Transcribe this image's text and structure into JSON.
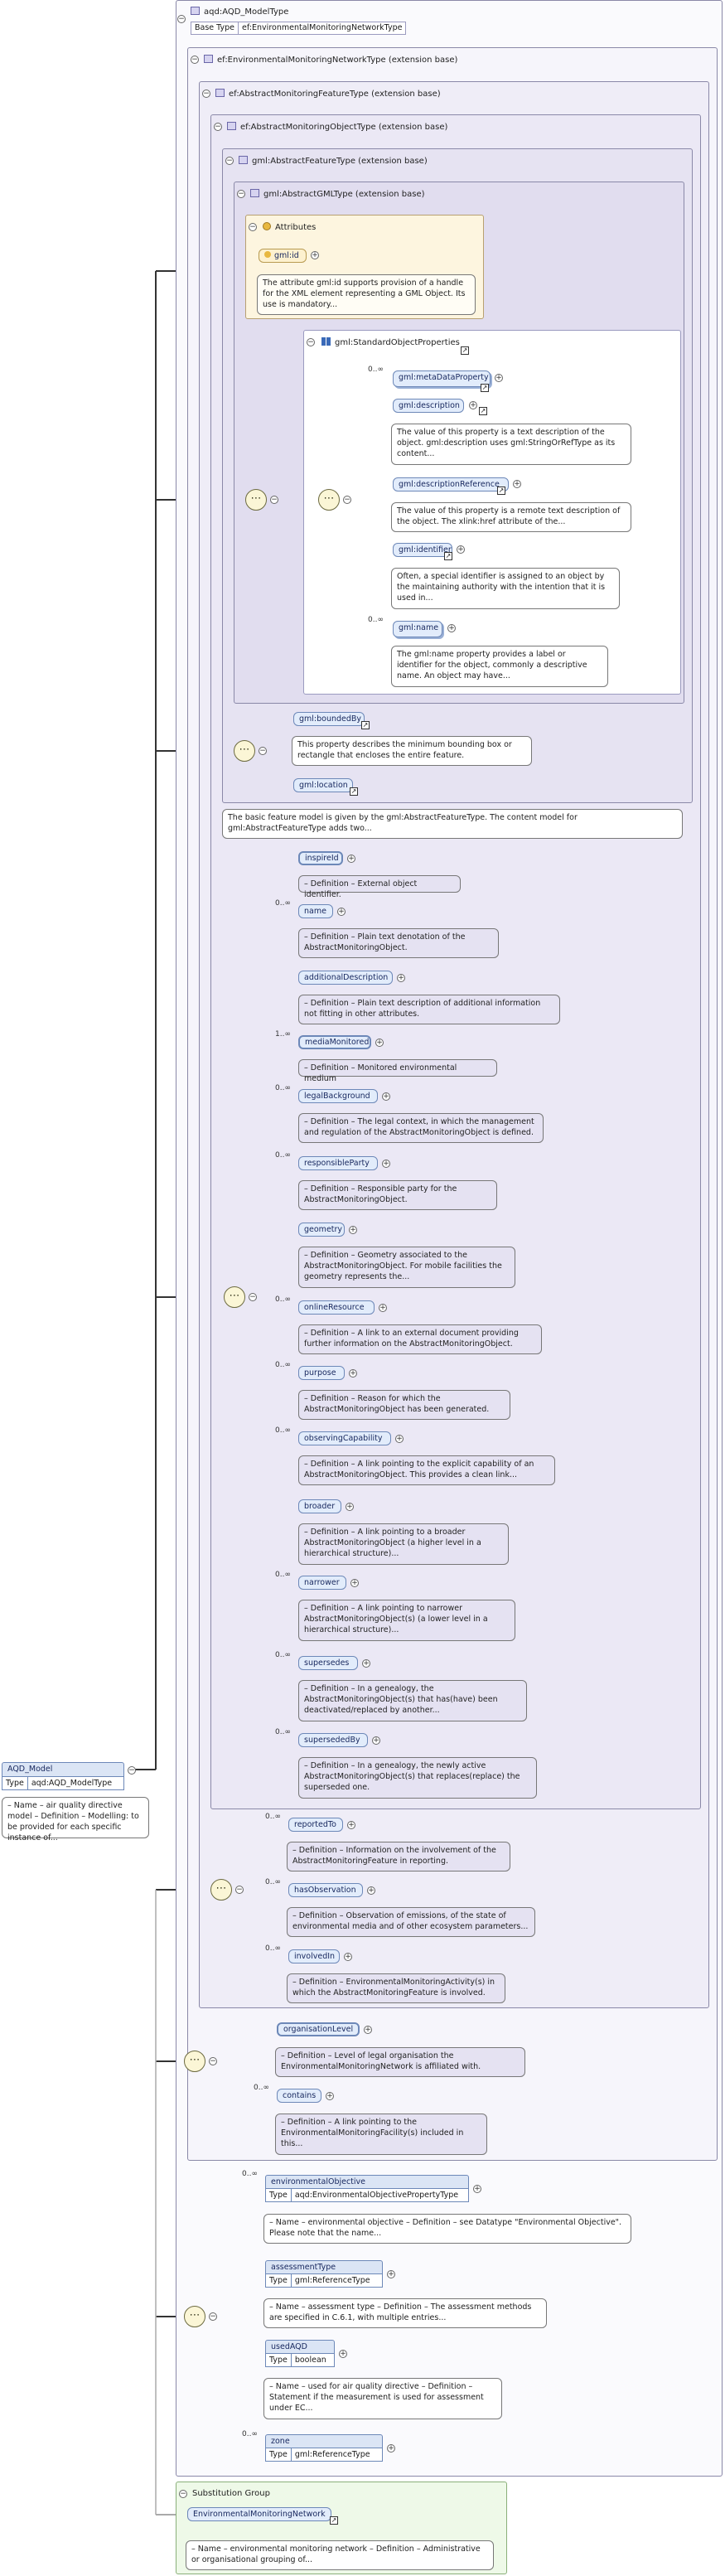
{
  "root": {
    "title": "aqd:AQD_ModelType",
    "base_type_label": "Base Type",
    "base_type_value": "ef:EnvironmentalMonitoringNetworkType"
  },
  "frames": {
    "emn": "ef:EnvironmentalMonitoringNetworkType (extension base)",
    "amf": "ef:AbstractMonitoringFeatureType (extension base)",
    "amo": "ef:AbstractMonitoringObjectType (extension base)",
    "gaf": "gml:AbstractFeatureType (extension base)",
    "gag": "gml:AbstractGMLType (extension base)"
  },
  "attributes": {
    "title": "Attributes",
    "gml_id": "gml:id",
    "gml_id_desc": "The attribute gml:id supports provision of a handle for the XML element representing a GML Object. Its use is mandatory..."
  },
  "standard": {
    "title": "gml:StandardObjectProperties",
    "items": [
      {
        "label": "gml:metaDataProperty",
        "card": "0..∞",
        "desc": ""
      },
      {
        "label": "gml:description",
        "card": "",
        "desc": "The value of this property is a text description of the object. gml:description uses gml:StringOrRefType as its content..."
      },
      {
        "label": "gml:descriptionReference",
        "card": "",
        "desc": "The value of this property is a remote text description of the object. The xlink:href attribute of the..."
      },
      {
        "label": "gml:identifier",
        "card": "",
        "desc": "Often, a special identifier is assigned to an object by the maintaining authority with the intention that it is used in..."
      },
      {
        "label": "gml:name",
        "card": "0..∞",
        "desc": "The gml:name property provides a label or identifier for the object, commonly a descriptive name. An object may have..."
      }
    ]
  },
  "feature": {
    "items": [
      {
        "label": "gml:boundedBy",
        "desc": "This property describes the minimum bounding box or rectangle that encloses the entire feature."
      },
      {
        "label": "gml:location",
        "desc": ""
      }
    ],
    "desc": "The basic feature model is given by the gml:AbstractFeatureType. The content model for gml:AbstractFeatureType adds two..."
  },
  "amo_items": [
    {
      "label": "inspireId",
      "card": "",
      "desc": "– Definition – External object identifier."
    },
    {
      "label": "name",
      "card": "0..∞",
      "desc": "– Definition – Plain text denotation of the AbstractMonitoringObject."
    },
    {
      "label": "additionalDescription",
      "card": "",
      "desc": "– Definition – Plain text description of additional information not fitting in other attributes."
    },
    {
      "label": "mediaMonitored",
      "card": "1..∞",
      "desc": "– Definition – Monitored environmental medium"
    },
    {
      "label": "legalBackground",
      "card": "0..∞",
      "desc": "– Definition – The legal context, in which the management and regulation of the AbstractMonitoringObject is defined."
    },
    {
      "label": "responsibleParty",
      "card": "0..∞",
      "desc": "– Definition – Responsible party for the AbstractMonitoringObject."
    },
    {
      "label": "geometry",
      "card": "",
      "desc": "– Definition – Geometry associated to the AbstractMonitoringObject. For mobile facilities the geometry represents the..."
    },
    {
      "label": "onlineResource",
      "card": "0..∞",
      "desc": "– Definition – A link to an external document providing further information on the AbstractMonitoringObject."
    },
    {
      "label": "purpose",
      "card": "0..∞",
      "desc": "– Definition – Reason for which the AbstractMonitoringObject has been generated."
    },
    {
      "label": "observingCapability",
      "card": "0..∞",
      "desc": "– Definition – A link pointing to the explicit capability of an AbstractMonitoringObject. This provides a clean link..."
    },
    {
      "label": "broader",
      "card": "",
      "desc": "– Definition – A link pointing to a broader AbstractMonitoringObject (a higher level in a hierarchical structure)..."
    },
    {
      "label": "narrower",
      "card": "0..∞",
      "desc": "– Definition – A link pointing to narrower AbstractMonitoringObject(s) (a lower level in a hierarchical structure)..."
    },
    {
      "label": "supersedes",
      "card": "0..∞",
      "desc": "– Definition – In a genealogy, the AbstractMonitoringObject(s) that has(have) been deactivated/replaced by another..."
    },
    {
      "label": "supersededBy",
      "card": "0..∞",
      "desc": "– Definition – In a genealogy, the newly active AbstractMonitoringObject(s) that replaces(replace) the superseded one."
    }
  ],
  "amf_items": [
    {
      "label": "reportedTo",
      "card": "0..∞",
      "desc": "– Definition – Information on the involvement of the AbstractMonitoringFeature in reporting."
    },
    {
      "label": "hasObservation",
      "card": "0..∞",
      "desc": "– Definition – Observation of emissions, of the state of environmental media and of other ecosystem parameters..."
    },
    {
      "label": "involvedIn",
      "card": "0..∞",
      "desc": "– Definition – EnvironmentalMonitoringActivity(s) in which the AbstractMonitoringFeature is involved."
    }
  ],
  "emn_items": [
    {
      "label": "organisationLevel",
      "card": "",
      "desc": "– Definition – Level of legal organisation the EnvironmentalMonitoringNetwork is affiliated with."
    },
    {
      "label": "contains",
      "card": "0..∞",
      "desc": "– Definition – A link pointing to the EnvironmentalMonitoringFacility(s) included in this..."
    }
  ],
  "aqd_items": [
    {
      "label": "environmentalObjective",
      "card": "0..∞",
      "type_label": "Type",
      "type": "aqd:EnvironmentalObjectivePropertyType",
      "desc": "– Name – environmental objective – Definition – see Datatype \"Environmental Objective\". Please note that the name..."
    },
    {
      "label": "assessmentType",
      "card": "",
      "type_label": "Type",
      "type": "gml:ReferenceType",
      "desc": "– Name – assessment type – Definition – The assessment methods are specified in C.6.1, with multiple entries..."
    },
    {
      "label": "usedAQD",
      "card": "",
      "type_label": "Type",
      "type": "boolean",
      "desc": "– Name – used for air quality directive – Definition – Statement if the measurement is used for assessment under EC..."
    },
    {
      "label": "zone",
      "card": "0..∞",
      "type_label": "Type",
      "type": "gml:ReferenceType",
      "desc": ""
    }
  ],
  "model": {
    "label": "AQD_Model",
    "type_label": "Type",
    "type": "aqd:AQD_ModelType",
    "desc": "– Name – air quality directive model – Definition – Modelling: to be provided for each specific instance of..."
  },
  "substitution": {
    "title": "Substitution Group",
    "item": "EnvironmentalMonitoringNetwork",
    "desc": "– Name – environmental monitoring network – Definition – Administrative or organisational grouping of..."
  },
  "colors": {
    "frame_emn": "#f6f5fb",
    "frame_inner": "#ebe8f5",
    "attr_bg": "#fdf5df",
    "subst_bg": "#eef9e8",
    "pill": "#e2ecfb"
  }
}
